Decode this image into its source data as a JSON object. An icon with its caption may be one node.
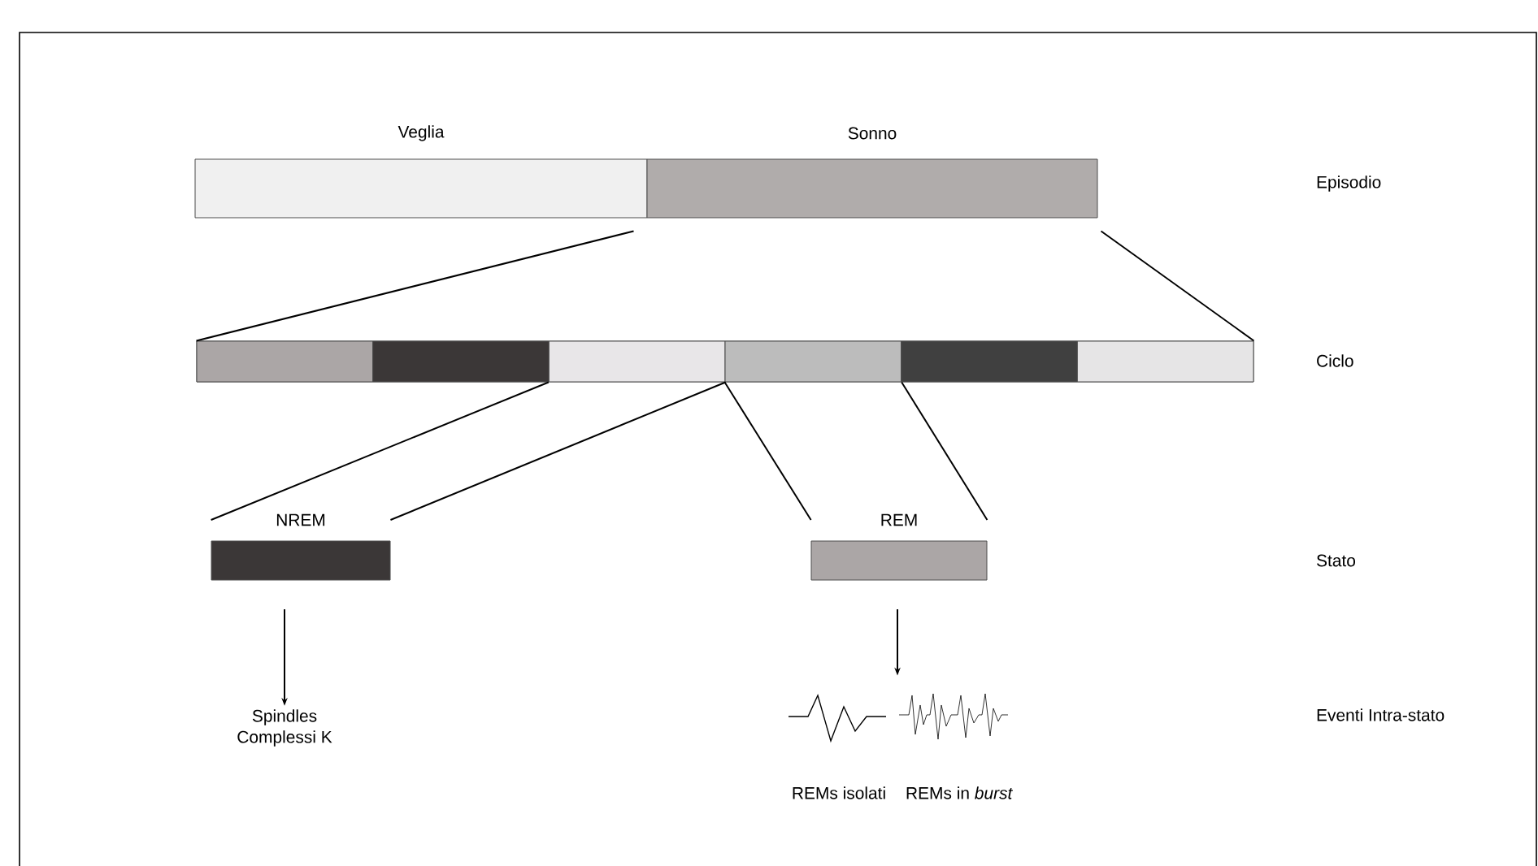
{
  "diagram": {
    "nodes": [
      {
        "text": [
          "Veglia"
        ]
      },
      {
        "text": [
          "Sonno"
        ]
      },
      {
        "text": [],
        "shape": "bar"
      },
      {
        "text": [],
        "shape": "bar",
        "in": 2
      },
      {
        "text": [],
        "shape": "bar",
        "in": 2
      },
      {
        "text": [],
        "shape": "bar",
        "in": 2
      },
      {
        "text": [],
        "shape": "bar",
        "in": 2
      },
      {
        "text": [],
        "shape": "bar",
        "in": 2
      },
      {
        "text": [],
        "shape": "bar",
        "in": 2
      },
      {
        "text": [
          "NREM"
        ]
      },
      {
        "text": [
          "REM"
        ]
      },
      {
        "text": [
          "Spindles",
          "Complessi K"
        ]
      },
      {
        "text": [
          "REMs isolati",
          "REMs in *burst*"
        ]
      }
    ],
    "edges": [
      {
        "from": 1,
        "to": 2,
        "arrow": "none"
      },
      {
        "from": 1,
        "to": 2,
        "arrow": "none"
      },
      {
        "from": 5,
        "to": 9,
        "arrow": "none"
      },
      {
        "from": 5,
        "to": 9,
        "arrow": "none"
      },
      {
        "from": 6,
        "to": 10,
        "arrow": "none"
      },
      {
        "from": 6,
        "to": 10,
        "arrow": "none"
      },
      {
        "from": 9,
        "to": 11,
        "arrow": "to"
      },
      {
        "from": 10,
        "to": 12,
        "arrow": "to"
      }
    ],
    "labels": [
      "Episodio",
      "Ciclo",
      "Stato",
      "Eventi Intra-stato"
    ]
  }
}
